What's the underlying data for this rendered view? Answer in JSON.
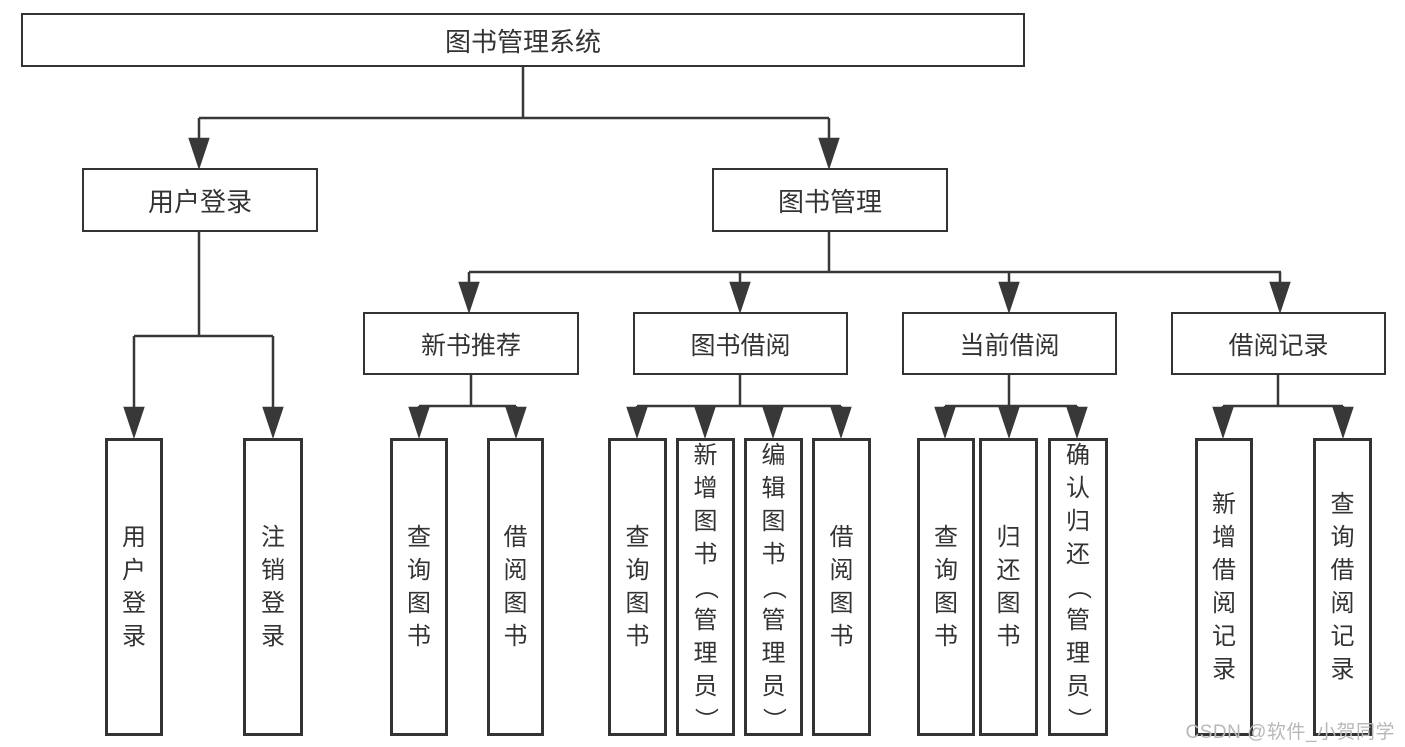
{
  "tree": {
    "root": {
      "label": "图书管理系统"
    },
    "level2": [
      {
        "label": "用户登录",
        "children": [
          {
            "label": "用户登录"
          },
          {
            "label": "注销登录"
          }
        ]
      },
      {
        "label": "图书管理"
      }
    ],
    "level3": [
      {
        "label": "新书推荐",
        "children": [
          {
            "label": "查询图书"
          },
          {
            "label": "借阅图书"
          }
        ]
      },
      {
        "label": "图书借阅",
        "children": [
          {
            "label": "查询图书"
          },
          {
            "label": "新增图书（管理员）"
          },
          {
            "label": "编辑图书（管理员）"
          },
          {
            "label": "借阅图书"
          }
        ]
      },
      {
        "label": "当前借阅",
        "children": [
          {
            "label": "查询图书"
          },
          {
            "label": "归还图书"
          },
          {
            "label": "确认归还（管理员）"
          }
        ]
      },
      {
        "label": "借阅记录",
        "children": [
          {
            "label": "新增借阅记录"
          },
          {
            "label": "查询借阅记录"
          }
        ]
      }
    ]
  },
  "watermark": {
    "text": "CSDN @软件_小贺同学"
  },
  "colors": {
    "line": "#383838",
    "box_border": "#333333",
    "text": "#333333",
    "watermark": "#b8b8b8",
    "background": "#ffffff"
  }
}
